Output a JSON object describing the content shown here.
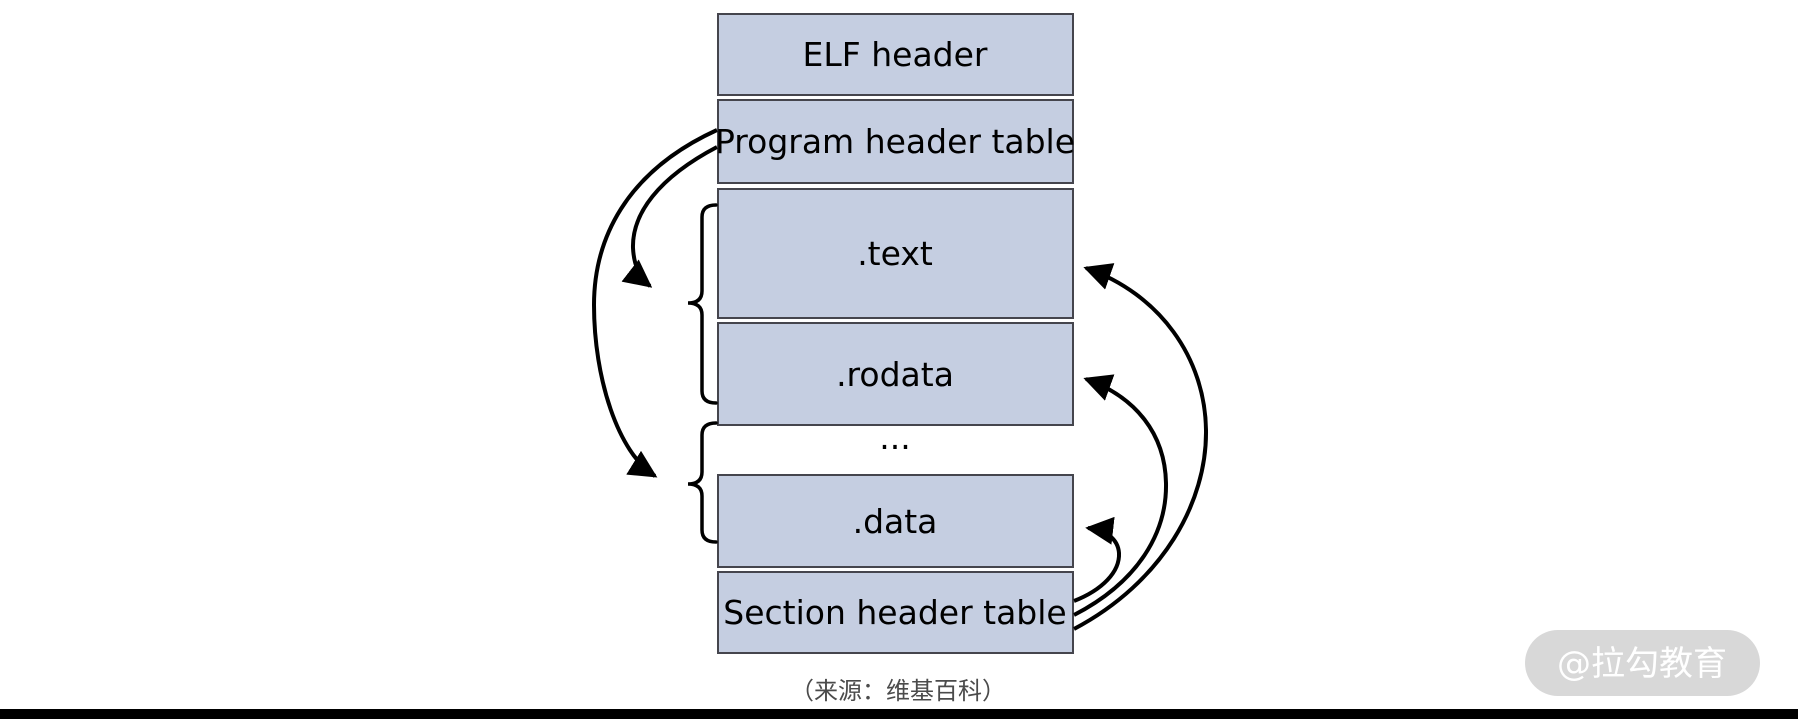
{
  "diagram": {
    "boxes": [
      {
        "label": "ELF header"
      },
      {
        "label": "Program header table"
      },
      {
        "label": ".text"
      },
      {
        "label": ".rodata"
      },
      {
        "label": "..."
      },
      {
        "label": ".data"
      },
      {
        "label": "Section header table"
      }
    ],
    "colors": {
      "box_fill": "#c5cee1",
      "box_border": "#45454d",
      "line": "#000000"
    }
  },
  "caption": {
    "text": "（来源：维基百科）",
    "color": "#4b4b4b"
  },
  "watermark": {
    "text": "@拉勾教育",
    "pill_color": "#d8d8d8",
    "text_color": "#ffffff"
  }
}
